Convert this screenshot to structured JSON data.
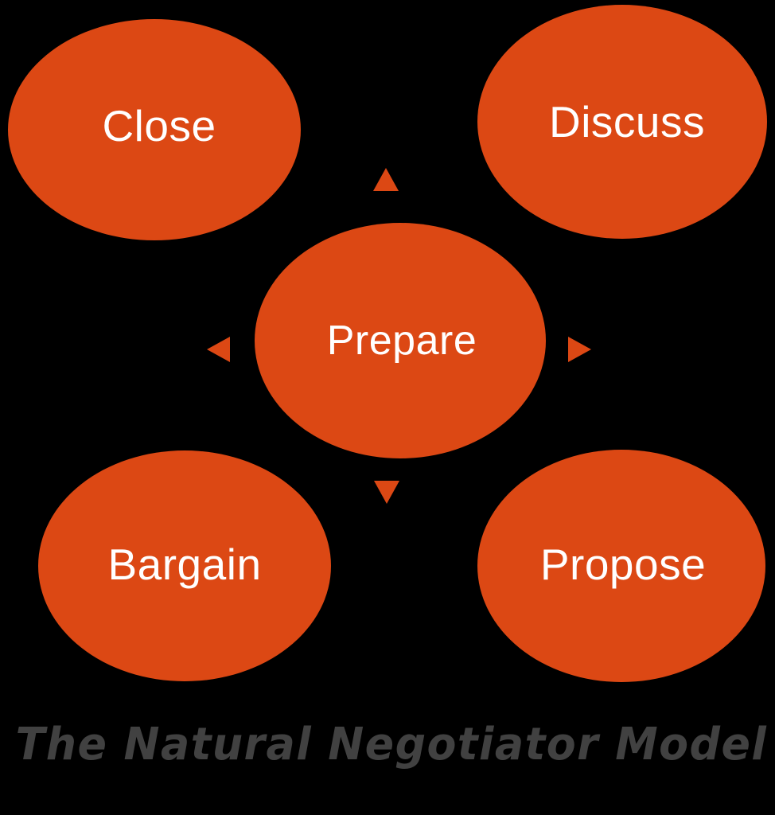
{
  "diagram": {
    "title": "The Natural Negotiator Model",
    "background_color": "#000000",
    "node_color": "#DC4814",
    "node_text_color": "#FFFFFF",
    "caption_color": "#414141",
    "nodes": [
      {
        "id": "close",
        "label": "Close"
      },
      {
        "id": "discuss",
        "label": "Discuss"
      },
      {
        "id": "prepare",
        "label": "Prepare"
      },
      {
        "id": "bargain",
        "label": "Bargain"
      },
      {
        "id": "propose",
        "label": "Propose"
      }
    ],
    "arrows": [
      {
        "id": "up",
        "direction": "up"
      },
      {
        "id": "right",
        "direction": "right"
      },
      {
        "id": "down",
        "direction": "down"
      },
      {
        "id": "left",
        "direction": "left"
      }
    ]
  }
}
